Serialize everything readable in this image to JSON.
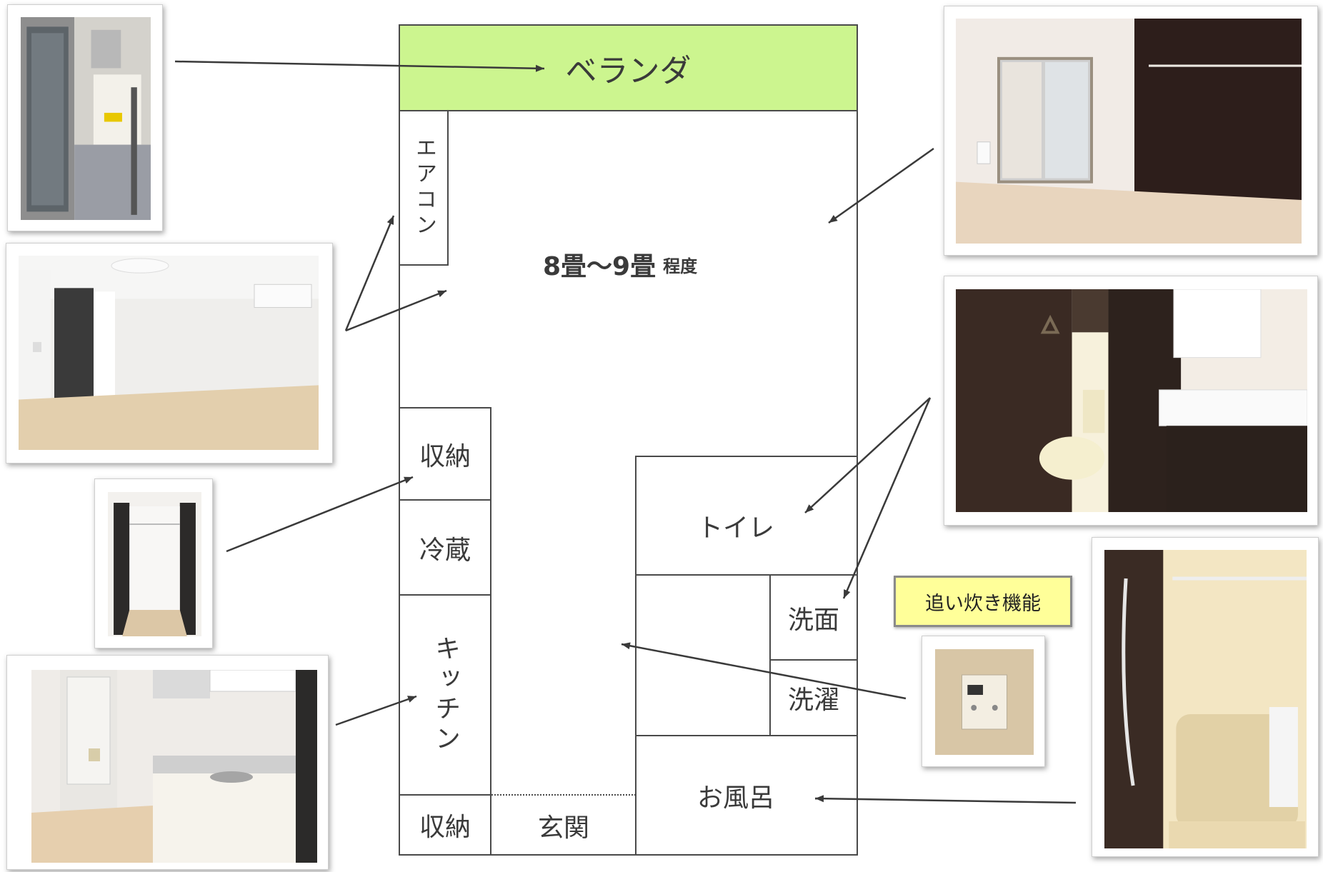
{
  "floor_plan": {
    "veranda": "ベランダ",
    "aircon": "エアコン",
    "main_room": {
      "size": "8畳〜9畳",
      "suffix": "程度"
    },
    "storage_top": "収納",
    "fridge": "冷蔵",
    "kitchen": "キッチン",
    "storage_bottom": "収納",
    "entrance": "玄関",
    "toilet": "トイレ",
    "washbasin": "洗面",
    "laundry": "洗濯",
    "bath": "お風呂"
  },
  "feature_label": "追い炊き機能",
  "colors": {
    "veranda_fill": "#ccf58f",
    "feature_fill": "#ffff99",
    "line": "#4a4a4a"
  },
  "photos": [
    "balcony-photo",
    "living-room-photo",
    "closet-photo",
    "kitchen-photo",
    "bedroom-photo",
    "toilet-washroom-photo",
    "reheat-panel-photo",
    "bathroom-photo"
  ]
}
